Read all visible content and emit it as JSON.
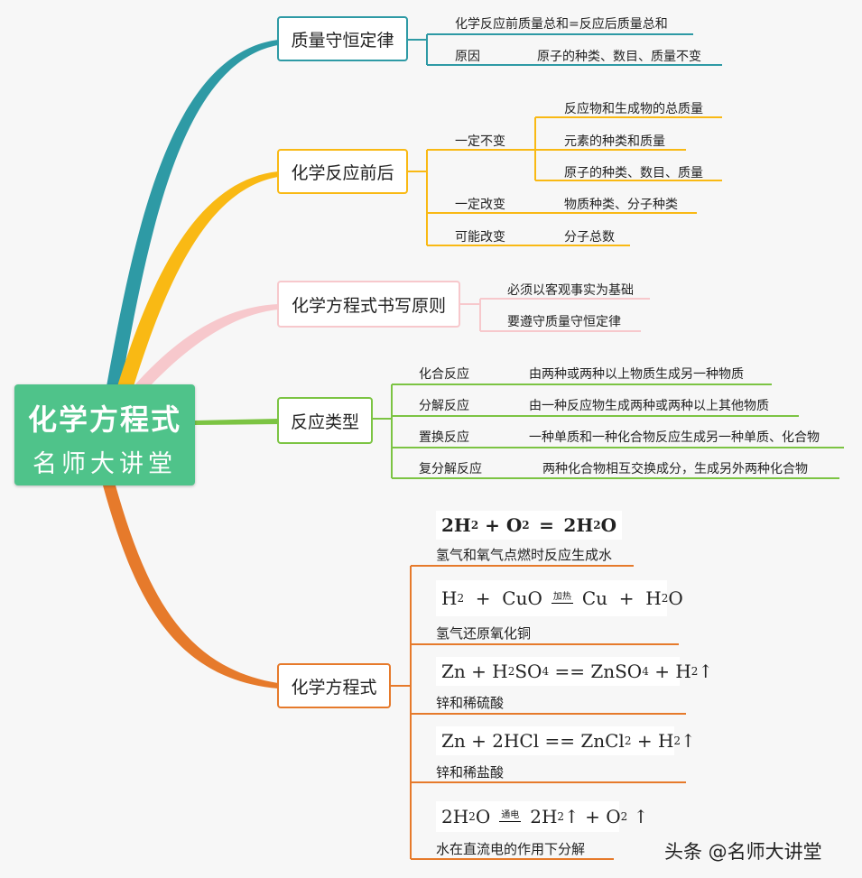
{
  "root": {
    "title": "化学方程式",
    "subtitle": "名师大讲堂"
  },
  "colors": {
    "teal": "#2e9aa5",
    "yellow": "#f9b914",
    "pink": "#f7c8cc",
    "green": "#7cc443",
    "orange": "#e67a2b",
    "root": "#4fc38a"
  },
  "branches": {
    "b1": {
      "title": "质量守恒定律",
      "law": "化学反应前质量总和=反应后质量总和",
      "reason_label": "原因",
      "reason": "原子的种类、数目、质量不变"
    },
    "b2": {
      "title": "化学反应前后",
      "unchanged_label": "一定不变",
      "unchanged": [
        "反应物和生成物的总质量",
        "元素的种类和质量",
        "原子的种类、数目、质量"
      ],
      "changed_label": "一定改变",
      "changed": "物质种类、分子种类",
      "maybe_label": "可能改变",
      "maybe": "分子总数"
    },
    "b3": {
      "title": "化学方程式书写原则",
      "rules": [
        "必须以客观事实为基础",
        "要遵守质量守恒定律"
      ]
    },
    "b4": {
      "title": "反应类型",
      "types": [
        {
          "name": "化合反应",
          "desc": "由两种或两种以上物质生成另一种物质"
        },
        {
          "name": "分解反应",
          "desc": "由一种反应物生成两种或两种以上其他物质"
        },
        {
          "name": "置换反应",
          "desc": "一种单质和一种化合物反应生成另一种单质、化合物"
        },
        {
          "name": "复分解反应",
          "desc": "两种化合物相互交换成分，生成另外两种化合物"
        }
      ]
    },
    "b5": {
      "title": "化学方程式",
      "equations": [
        {
          "desc": "氢气和氧气点燃时反应生成水",
          "eq_text": "2H2 + O2 = 2H2O"
        },
        {
          "desc": "氢气还原氧化铜",
          "eq_text": "H2 + CuO 加热 Cu + H2O",
          "condition": "加热"
        },
        {
          "desc": "锌和稀硫酸",
          "eq_text": "Zn + H2SO4 == ZnSO4 + H2↑"
        },
        {
          "desc": "锌和稀盐酸",
          "eq_text": "Zn + 2HCl == ZnCl2 + H2↑"
        },
        {
          "desc": "水在直流电的作用下分解",
          "eq_text": "2H2O 通电 2H2↑ + O2 ↑",
          "condition": "通电"
        }
      ]
    }
  },
  "watermark": "头条 @名师大讲堂"
}
